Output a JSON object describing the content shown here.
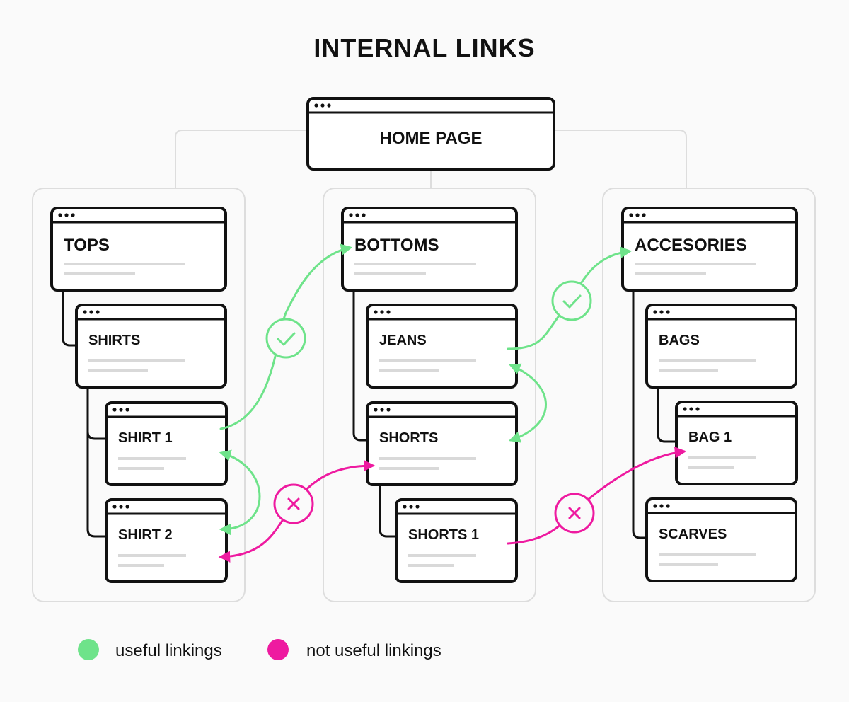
{
  "title": "INTERNAL LINKS",
  "home_label": "HOME PAGE",
  "categories": [
    {
      "name": "TOPS",
      "children": [
        {
          "name": "SHIRTS",
          "children": [
            {
              "name": "SHIRT 1"
            },
            {
              "name": "SHIRT 2"
            }
          ]
        }
      ]
    },
    {
      "name": "BOTTOMS",
      "children": [
        {
          "name": "JEANS"
        },
        {
          "name": "SHORTS",
          "children": [
            {
              "name": "SHORTS 1"
            }
          ]
        }
      ]
    },
    {
      "name": "ACCESORIES",
      "children": [
        {
          "name": "BAGS",
          "children": [
            {
              "name": "BAG 1"
            }
          ]
        },
        {
          "name": "SCARVES"
        }
      ]
    }
  ],
  "links": [
    {
      "from": "SHIRT 1",
      "to": "BOTTOMS",
      "type": "useful"
    },
    {
      "from": "JEANS",
      "to": "ACCESORIES",
      "type": "useful"
    },
    {
      "from": "SHIRT 1",
      "to": "SHIRT 2",
      "type": "useful"
    },
    {
      "from": "JEANS",
      "to": "SHORTS",
      "type": "useful"
    },
    {
      "from": "SHORTS",
      "to": "SHIRT 2",
      "type": "not useful"
    },
    {
      "from": "SHORTS 1",
      "to": "BAG 1",
      "type": "not useful"
    }
  ],
  "legend": {
    "useful": {
      "label": "useful linkings",
      "color": "#6ee38a"
    },
    "not_useful": {
      "label": "not useful linkings",
      "color": "#ee1aa0"
    }
  },
  "colors": {
    "stroke": "#111111",
    "panel_border": "#dddddd",
    "text_lines": "#d9d9d9",
    "background": "#fafafa"
  }
}
